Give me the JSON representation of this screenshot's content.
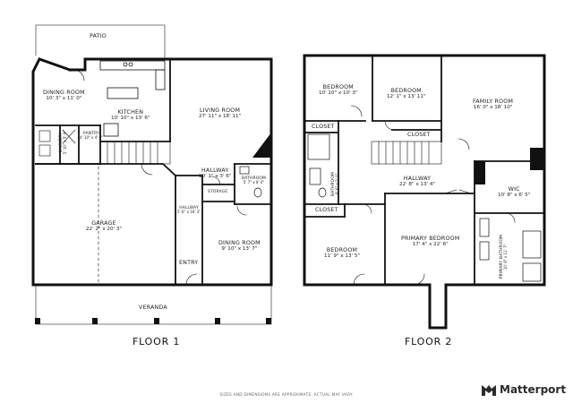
{
  "floor1": {
    "title": "FLOOR 1",
    "rooms": {
      "patio": {
        "name": "PATIO",
        "dims": ""
      },
      "dining_room": {
        "name": "DINING ROOM",
        "dims": "10' 3\" x 11' 0\""
      },
      "kitchen": {
        "name": "KITCHEN",
        "dims": "10' 10\" x 13' 6\""
      },
      "living_room": {
        "name": "LIVING ROOM",
        "dims": "27' 11\" x 18' 11\""
      },
      "laundry": {
        "name": "LAUNDRY",
        "dims": "5' 10\" x 5' 9\""
      },
      "pantry": {
        "name": "PANTRY",
        "dims": "4' 10\" x 4' 6\""
      },
      "hallway_upper": {
        "name": "HALLWAY",
        "dims": "10' 1\" x 3' 6\""
      },
      "bathroom": {
        "name": "BATHROOM",
        "dims": "5' 7\" x 8' 0\""
      },
      "storage": {
        "name": "STORAGE",
        "dims": ""
      },
      "garage": {
        "name": "GARAGE",
        "dims": "22' 2\" x 20' 3\""
      },
      "hallway_lower": {
        "name": "HALLWAY",
        "dims": "5' 6\" x 16' 3\""
      },
      "dining_room_front": {
        "name": "DINING ROOM",
        "dims": "9' 10\" x 13' 7\""
      },
      "entry": {
        "name": "ENTRY",
        "dims": ""
      },
      "veranda": {
        "name": "VERANDA",
        "dims": ""
      }
    }
  },
  "floor2": {
    "title": "FLOOR 2",
    "rooms": {
      "bedroom_1": {
        "name": "BEDROOM",
        "dims": "10' 10\" x 10' 3\""
      },
      "bedroom_2": {
        "name": "BEDROOM",
        "dims": "12' 1\" x 13' 11\""
      },
      "family_room": {
        "name": "FAMILY ROOM",
        "dims": "16' 0\" x 18' 10\""
      },
      "closet_1": {
        "name": "CLOSET",
        "dims": ""
      },
      "closet_2": {
        "name": "CLOSET",
        "dims": ""
      },
      "bathroom": {
        "name": "BATHROOM",
        "dims": "8' 6\" x 5' 0\""
      },
      "hallway": {
        "name": "HALLWAY",
        "dims": "22' 8\" x 13' 4\""
      },
      "closet_3": {
        "name": "CLOSET",
        "dims": ""
      },
      "wic": {
        "name": "WIC",
        "dims": "10' 8\" x 6' 5\""
      },
      "bedroom_3": {
        "name": "BEDROOM",
        "dims": "11' 9\" x 13' 5\""
      },
      "primary_bedroom": {
        "name": "PRIMARY BEDROOM",
        "dims": "17' 4\" x 22' 6\""
      },
      "primary_bathroom": {
        "name": "PRIMARY BATHROOM",
        "dims": "10' 8\" x 11' 7\""
      }
    }
  },
  "disclaimer": "SIZES AND DIMENSIONS ARE APPROXIMATE, ACTUAL MAY VARY.",
  "brand": {
    "name": "Matterport",
    "icon": "matterport-logo-icon",
    "color": "#2b2b2b"
  },
  "wall_color": "#111111"
}
